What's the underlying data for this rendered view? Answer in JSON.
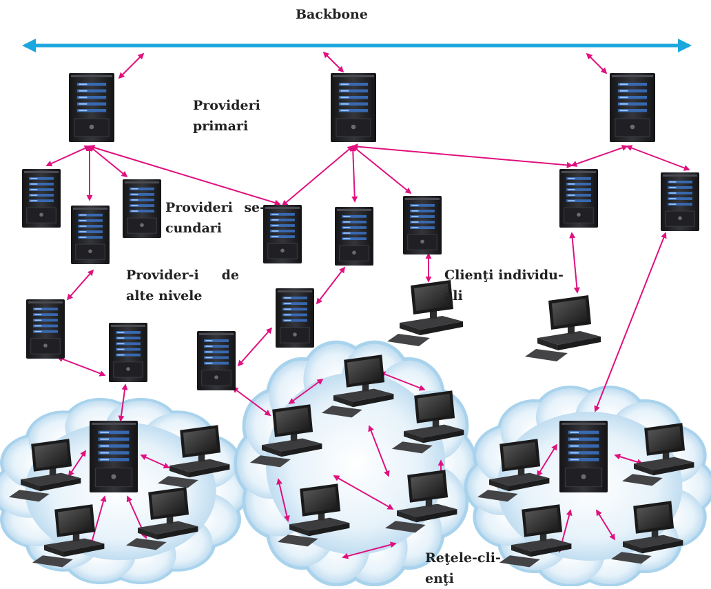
{
  "labels": {
    "backbone": "Backbone",
    "primary_1": "Provideri",
    "primary_2": "primari",
    "secondary_1a": "Provideri",
    "secondary_1b": "se-",
    "secondary_2": "cundari",
    "other_1a": "Provider-i",
    "other_1b": "de",
    "other_2": "alte nivele",
    "individual_1": "Clienţi individu-",
    "individual_2": "ali",
    "networks_1": "Reţele-cli-",
    "networks_2": "enţi"
  },
  "colors": {
    "backbone": "#1ba7dd",
    "link": "#e0107e",
    "cloud_edge": "#a9d3ec",
    "server_body": "#1f1f22",
    "server_lights": "#3b74c8",
    "monitor": "#2a2a2a"
  },
  "icons": [
    "server-icon",
    "computer-icon",
    "cloud-icon",
    "double-arrow-icon"
  ]
}
